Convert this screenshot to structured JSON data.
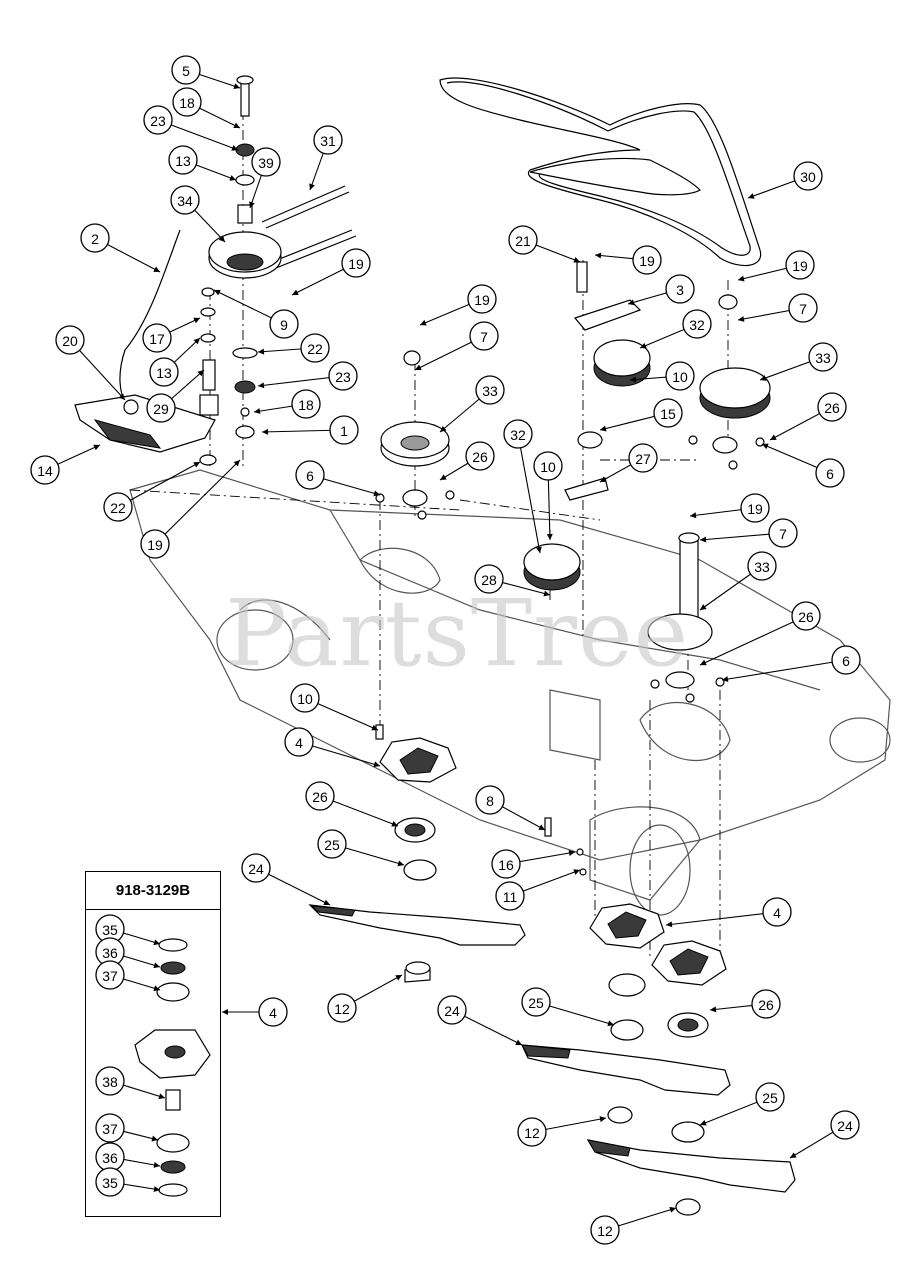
{
  "watermark": "PartsTree",
  "inset": {
    "title": "918-3129B"
  },
  "callouts": [
    "5",
    "18",
    "23",
    "13",
    "39",
    "31",
    "34",
    "2",
    "19",
    "9",
    "17",
    "13",
    "22",
    "20",
    "23",
    "29",
    "18",
    "1",
    "14",
    "22",
    "19",
    "30",
    "21",
    "19",
    "19",
    "3",
    "7",
    "19",
    "7",
    "32",
    "33",
    "10",
    "33",
    "26",
    "15",
    "32",
    "27",
    "10",
    "6",
    "26",
    "6",
    "19",
    "7",
    "28",
    "33",
    "26",
    "6",
    "10",
    "4",
    "26",
    "8",
    "25",
    "16",
    "11",
    "24",
    "4",
    "12",
    "25",
    "26",
    "24",
    "25",
    "12",
    "24",
    "12",
    "35",
    "36",
    "37",
    "4",
    "38",
    "37",
    "36",
    "35"
  ]
}
